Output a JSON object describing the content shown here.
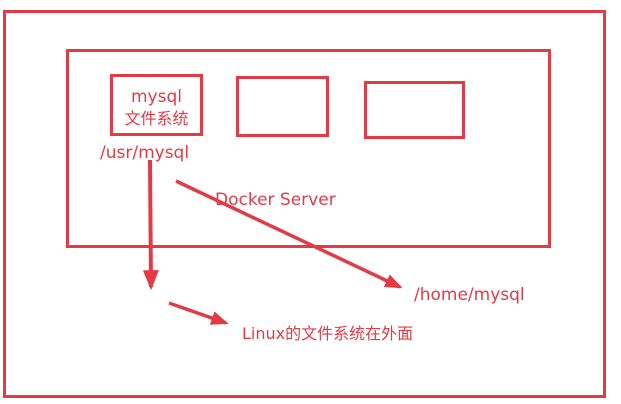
{
  "diagram": {
    "container_box": {
      "title": "mysql",
      "subtitle": "文件系统"
    },
    "container_path": "/usr/mysql",
    "server_label": "Docker Server",
    "host_path": "/home/mysql",
    "host_note": "Linux的文件系统在外面"
  },
  "colors": {
    "accent": "#e23b45"
  }
}
